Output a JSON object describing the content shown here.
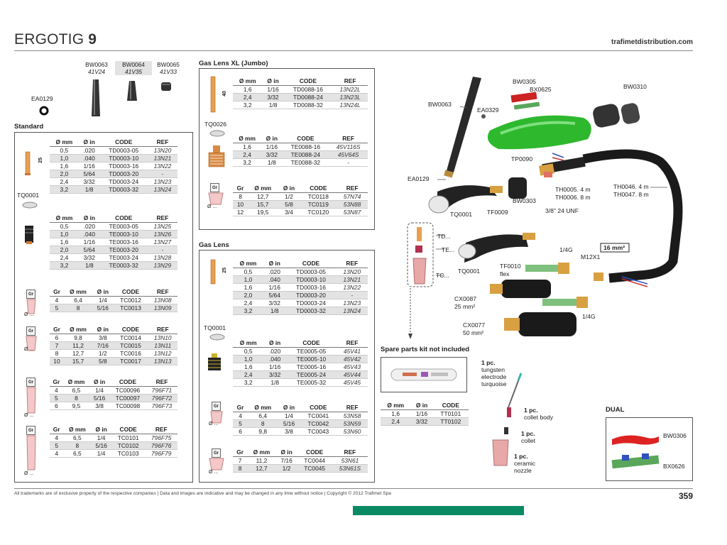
{
  "header": {
    "brand": "ERGOTIG",
    "model": "9",
    "site": "trafimetdistribution.com"
  },
  "top_caps": [
    {
      "code": "BW0063",
      "ref": "41V24"
    },
    {
      "code": "BW0064",
      "ref": "41V35"
    },
    {
      "code": "BW0065",
      "ref": "41V33"
    }
  ],
  "labels": {
    "ea0129": "EA0129",
    "standard": "Standard",
    "tq0001": "TQ0001",
    "tq0026": "TQ0026",
    "tq0001b": "TQ0001",
    "gas_lens_xl": "Gas Lens XL (Jumbo)",
    "gas_lens": "Gas Lens",
    "spare_kit": "Spare parts kit not included",
    "dual": "DUAL",
    "dim25": "25",
    "dim40": "40",
    "dim25b": "25",
    "gr": "Gr",
    "phi": "Ø ..."
  },
  "tables": {
    "std_collets": {
      "headers": [
        "Ø mm",
        "Ø in",
        "CODE",
        "REF"
      ],
      "rows": [
        [
          "0,5",
          ".020",
          "TD0003-05",
          "13N20"
        ],
        [
          "1,0",
          ".040",
          "TD0003-10",
          "13N21"
        ],
        [
          "1,6",
          "1/16",
          "TD0003-16",
          "13N22"
        ],
        [
          "2,0",
          "5/64",
          "TD0003-20",
          "-"
        ],
        [
          "2,4",
          "3/32",
          "TD0003-24",
          "13N23"
        ],
        [
          "3,2",
          "1/8",
          "TD0003-32",
          "13N24"
        ]
      ]
    },
    "std_bodies": {
      "headers": [
        "Ø mm",
        "Ø in",
        "CODE",
        "REF"
      ],
      "rows": [
        [
          "0,5",
          ".020",
          "TE0003-05",
          "13N25"
        ],
        [
          "1,0",
          ".040",
          "TE0003-10",
          "13N26"
        ],
        [
          "1,6",
          "1/16",
          "TE0003-16",
          "13N27"
        ],
        [
          "2,0",
          "5/64",
          "TE0003-20",
          "-"
        ],
        [
          "2,4",
          "3/32",
          "TE0003-24",
          "13N28"
        ],
        [
          "3,2",
          "1/8",
          "TE0003-32",
          "13N29"
        ]
      ]
    },
    "std_nozzle_a": {
      "headers": [
        "Gr",
        "Ø mm",
        "Ø in",
        "CODE",
        "REF"
      ],
      "rows": [
        [
          "4",
          "6,4",
          "1/4",
          "TC0012",
          "13N08"
        ],
        [
          "5",
          "8",
          "5/16",
          "TC0013",
          "13N09"
        ]
      ]
    },
    "std_nozzle_b": {
      "headers": [
        "Gr",
        "Ø mm",
        "Ø in",
        "CODE",
        "REF"
      ],
      "rows": [
        [
          "6",
          "9,8",
          "3/8",
          "TC0014",
          "13N10"
        ],
        [
          "7",
          "11,2",
          "7/16",
          "TC0015",
          "13N11"
        ],
        [
          "8",
          "12,7",
          "1/2",
          "TC0016",
          "13N12"
        ],
        [
          "10",
          "15,7",
          "5/8",
          "TC0017",
          "13N13"
        ]
      ]
    },
    "std_nozzle_c": {
      "headers": [
        "Gr",
        "Ø mm",
        "Ø in",
        "CODE",
        "REF"
      ],
      "rows": [
        [
          "4",
          "6,5",
          "1/4",
          "TC00096",
          "796F71"
        ],
        [
          "5",
          "8",
          "5/16",
          "TC00097",
          "796F72"
        ],
        [
          "6",
          "9,5",
          "3/8",
          "TC00098",
          "796F73"
        ]
      ]
    },
    "std_nozzle_d": {
      "headers": [
        "Gr",
        "Ø mm",
        "Ø in",
        "CODE",
        "REF"
      ],
      "rows": [
        [
          "4",
          "6,5",
          "1/4",
          "TC0101",
          "796F75"
        ],
        [
          "5",
          "8",
          "5/16",
          "TC0102",
          "796F76"
        ],
        [
          "4",
          "6,5",
          "1/4",
          "TC0103",
          "796F79"
        ]
      ]
    },
    "xl_collets": {
      "headers": [
        "Ø mm",
        "Ø in",
        "CODE",
        "REF"
      ],
      "rows": [
        [
          "1,6",
          "1/16",
          "TD0088-16",
          "13N22L"
        ],
        [
          "2,4",
          "3/32",
          "TD0088-24",
          "13N23L"
        ],
        [
          "3,2",
          "1/8",
          "TD0088-32",
          "13N24L"
        ]
      ]
    },
    "xl_bodies": {
      "headers": [
        "Ø mm",
        "Ø in",
        "CODE",
        "REF"
      ],
      "rows": [
        [
          "1,6",
          "1/16",
          "TE0088-16",
          "45V116S"
        ],
        [
          "2,4",
          "3/32",
          "TE0088-24",
          "45V64S"
        ],
        [
          "3,2",
          "1/8",
          "TE0088-32",
          "-"
        ]
      ]
    },
    "xl_nozzles": {
      "headers": [
        "Gr",
        "Ø mm",
        "Ø in",
        "CODE",
        "REF"
      ],
      "rows": [
        [
          "8",
          "12,7",
          "1/2",
          "TC0118",
          "57N74"
        ],
        [
          "10",
          "15,7",
          "5/8",
          "TC0119",
          "53N88"
        ],
        [
          "12",
          "19,5",
          "3/4",
          "TC0120",
          "53N87"
        ]
      ]
    },
    "gl_collets": {
      "headers": [
        "Ø mm",
        "Ø in",
        "CODE",
        "REF"
      ],
      "rows": [
        [
          "0,5",
          ".020",
          "TD0003-05",
          "13N20"
        ],
        [
          "1,0",
          ".040",
          "TD0003-10",
          "13N21"
        ],
        [
          "1,6",
          "1/16",
          "TD0003-16",
          "13N22"
        ],
        [
          "2,0",
          "5/64",
          "TD0003-20",
          "-"
        ],
        [
          "2,4",
          "3/32",
          "TD0003-24",
          "13N23"
        ],
        [
          "3,2",
          "1/8",
          "TD0003-32",
          "13N24"
        ]
      ]
    },
    "gl_bodies": {
      "headers": [
        "Ø mm",
        "Ø in",
        "CODE",
        "REF"
      ],
      "rows": [
        [
          "0,5",
          ".020",
          "TE0005-05",
          "45V41"
        ],
        [
          "1,0",
          ".040",
          "TE0005-10",
          "45V42"
        ],
        [
          "1,6",
          "1/16",
          "TE0005-16",
          "45V43"
        ],
        [
          "2,4",
          "3/32",
          "TE0005-24",
          "45V44"
        ],
        [
          "3,2",
          "1/8",
          "TE0005-32",
          "45V45"
        ]
      ]
    },
    "gl_nozzle_a": {
      "headers": [
        "Gr",
        "Ø mm",
        "Ø in",
        "CODE",
        "REF"
      ],
      "rows": [
        [
          "4",
          "6,4",
          "1/4",
          "TC0041",
          "53N58"
        ],
        [
          "5",
          "8",
          "5/16",
          "TC0042",
          "53N59"
        ],
        [
          "6",
          "9,8",
          "3/8",
          "TC0043",
          "53N60"
        ]
      ]
    },
    "gl_nozzle_b": {
      "headers": [
        "Gr",
        "Ø mm",
        "Ø in",
        "CODE",
        "REF"
      ],
      "rows": [
        [
          "7",
          "11,2",
          "7/16",
          "TC0044",
          "53N61"
        ],
        [
          "8",
          "12,7",
          "1/2",
          "TC0045",
          "53N61S"
        ]
      ]
    },
    "spare_kit": {
      "headers": [
        "Ø mm",
        "Ø in",
        "CODE"
      ],
      "rows": [
        [
          "1,6",
          "1/16",
          "TT0101"
        ],
        [
          "2,4",
          "3/32",
          "TT0102"
        ]
      ]
    }
  },
  "diagram": {
    "bw0063": "BW0063",
    "bw0305": "BW0305",
    "bx0625": "BX0625",
    "bw0310": "BW0310",
    "ea0329": "EA0329",
    "tp0090": "TP0090",
    "ea0129": "EA0129",
    "tq0001a": "TQ0001",
    "tf0009": "TF0009",
    "bw0303": "BW0303",
    "th0005": "TH0005. 4 m",
    "th0006": "TH0006. 8 m",
    "thread": "3/8\" 24 UNF",
    "th0046": "TH0046. 4 m",
    "th0047": "TH0047. 8 m",
    "td": "TD...",
    "te": "TE...",
    "tc": "TC...",
    "tq0001b": "TQ0001",
    "tf0010": "TF0010",
    "flex": "flex",
    "m12": "M12X1",
    "mm16": "16 mm²",
    "q14a": "1/4G",
    "q14b": "1/4G",
    "cx0087": "CX0087",
    "cx0087_size": "25 mm²",
    "cx0077": "CX0077",
    "cx0077_size": "50 mm²"
  },
  "kit_parts": {
    "electrode_qty": "1 pc.",
    "electrode_l1": "tungsten",
    "electrode_l2": "electrode",
    "electrode_l3": "turquoise",
    "collet_body_qty": "1 pc.",
    "collet_body": "collet body",
    "collet_qty": "1 pc.",
    "collet": "collet",
    "nozzle_qty": "1 pc.",
    "nozzle_l1": "ceramic",
    "nozzle_l2": "nozzle"
  },
  "dual": {
    "bw0306": "BW0306",
    "bx0626": "BX0626"
  },
  "footer": {
    "text": "All trademarks are of exclusive property of the respective companies | Data and images are indicative and may be changed in any time without notice | Copyright © 2012 Trafimet Spa",
    "page": "359"
  },
  "colors": {
    "accent_green": "#0a8a63",
    "torch_green": "#2eb82e",
    "table_alt": "#e3e3e3"
  }
}
